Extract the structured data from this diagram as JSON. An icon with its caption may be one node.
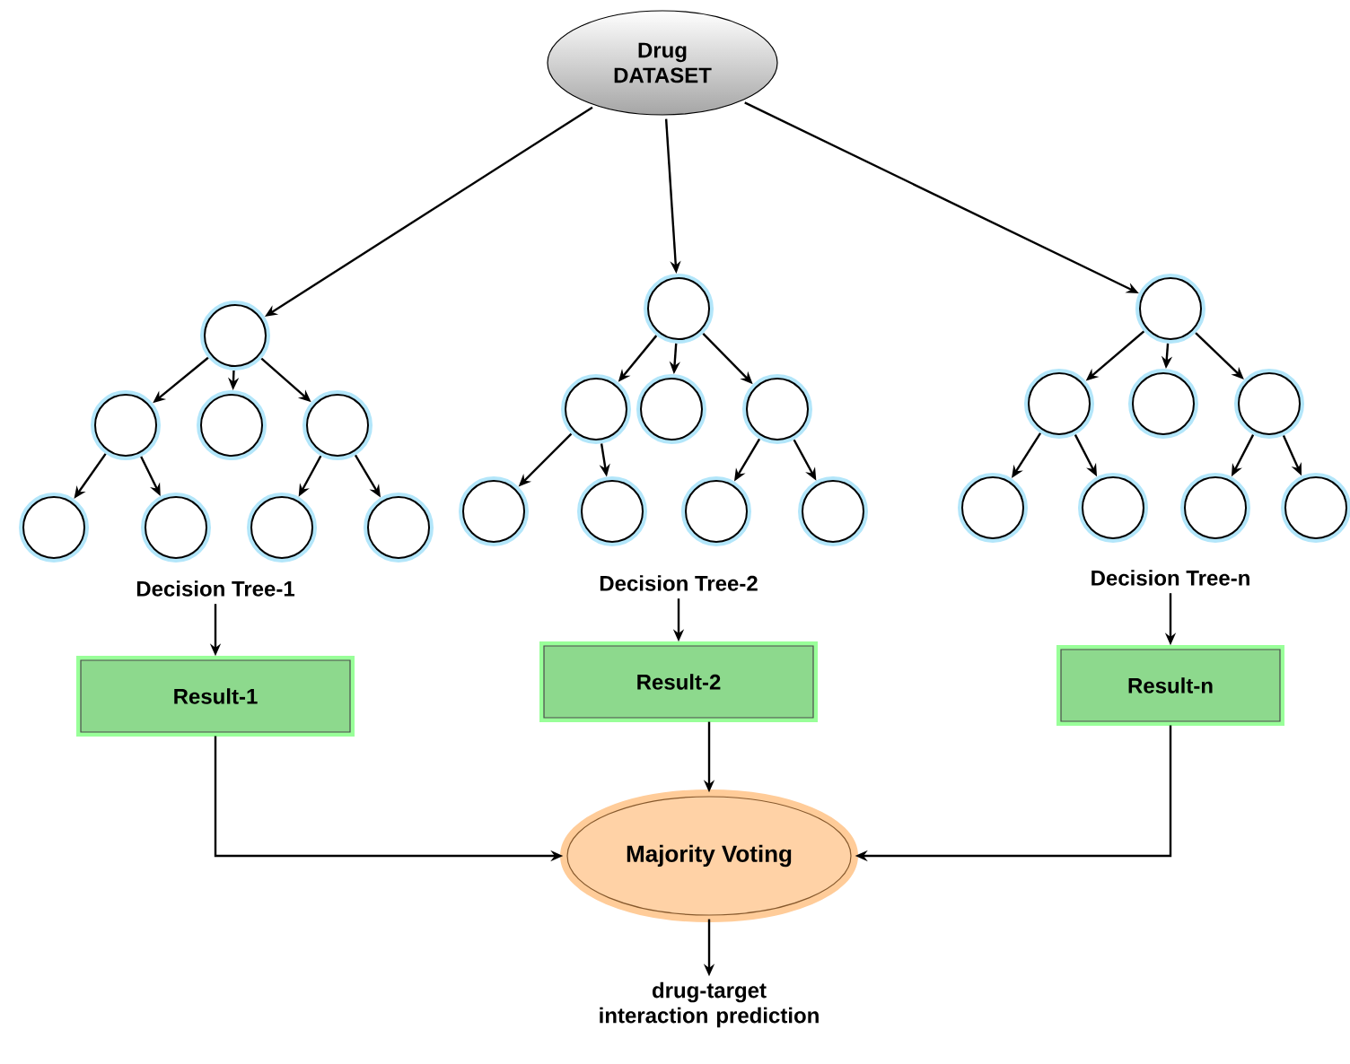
{
  "diagram": {
    "nodes": [
      {
        "text": [
          "Drug DATASET"
        ]
      },
      {
        "text": [],
        "shape": "circle"
      },
      {
        "text": [],
        "shape": "circle"
      },
      {
        "text": [],
        "shape": "circle"
      },
      {
        "text": [],
        "shape": "circle"
      },
      {
        "text": [],
        "shape": "circle"
      },
      {
        "text": [],
        "shape": "circle"
      },
      {
        "text": [],
        "shape": "circle"
      },
      {
        "text": [],
        "shape": "circle"
      },
      {
        "text": [],
        "shape": "circle"
      },
      {
        "text": [],
        "shape": "circle"
      },
      {
        "text": [],
        "shape": "circle"
      },
      {
        "text": [],
        "shape": "circle"
      },
      {
        "text": [],
        "shape": "circle"
      },
      {
        "text": [],
        "shape": "circle"
      },
      {
        "text": [],
        "shape": "circle"
      },
      {
        "text": [],
        "shape": "circle"
      },
      {
        "text": [],
        "shape": "circle"
      },
      {
        "text": [],
        "shape": "circle"
      },
      {
        "text": [],
        "shape": "circle"
      },
      {
        "text": [],
        "shape": "circle"
      },
      {
        "text": [],
        "shape": "circle"
      },
      {
        "text": [],
        "shape": "circle"
      },
      {
        "text": [],
        "shape": "circle"
      },
      {
        "text": [],
        "shape": "circle"
      },
      {
        "text": [
          "Decision Tree-1"
        ]
      },
      {
        "text": [
          "Decision Tree-2"
        ]
      },
      {
        "text": [
          "Decision Tree-n"
        ]
      },
      {
        "text": [
          "Result-1"
        ]
      },
      {
        "text": [
          "Result-2"
        ]
      },
      {
        "text": [
          "Result-n"
        ]
      },
      {
        "text": [
          "Majority Voting"
        ]
      },
      {
        "text": [
          "drug-target interaction prediction"
        ]
      }
    ],
    "edges": [
      {
        "from": 0,
        "to": 1,
        "arrow": "to"
      },
      {
        "from": 0,
        "to": 9,
        "arrow": "to"
      },
      {
        "from": 0,
        "to": 17,
        "arrow": "to"
      },
      {
        "from": 1,
        "to": 2,
        "arrow": "to"
      },
      {
        "from": 1,
        "to": 3,
        "arrow": "to"
      },
      {
        "from": 1,
        "to": 4,
        "arrow": "to"
      },
      {
        "from": 2,
        "to": 5,
        "arrow": "to"
      },
      {
        "from": 2,
        "to": 6,
        "arrow": "to"
      },
      {
        "from": 4,
        "to": 7,
        "arrow": "to"
      },
      {
        "from": 4,
        "to": 8,
        "arrow": "to"
      },
      {
        "from": 9,
        "to": 10,
        "arrow": "to"
      },
      {
        "from": 9,
        "to": 11,
        "arrow": "to"
      },
      {
        "from": 9,
        "to": 12,
        "arrow": "to"
      },
      {
        "from": 10,
        "to": 13,
        "arrow": "to"
      },
      {
        "from": 10,
        "to": 14,
        "arrow": "to"
      },
      {
        "from": 12,
        "to": 15,
        "arrow": "to"
      },
      {
        "from": 12,
        "to": 16,
        "arrow": "to"
      },
      {
        "from": 17,
        "to": 18,
        "arrow": "to"
      },
      {
        "from": 17,
        "to": 19,
        "arrow": "to"
      },
      {
        "from": 17,
        "to": 20,
        "arrow": "to"
      },
      {
        "from": 18,
        "to": 21,
        "arrow": "to"
      },
      {
        "from": 18,
        "to": 22,
        "arrow": "to"
      },
      {
        "from": 20,
        "to": 23,
        "arrow": "to"
      },
      {
        "from": 20,
        "to": 24,
        "arrow": "to"
      },
      {
        "from": 25,
        "to": 28,
        "arrow": "to"
      },
      {
        "from": 26,
        "to": 29,
        "arrow": "to"
      },
      {
        "from": 27,
        "to": 30,
        "arrow": "to"
      },
      {
        "from": 28,
        "to": 31,
        "arrow": "to"
      },
      {
        "from": 29,
        "to": 31,
        "arrow": "to"
      },
      {
        "from": 30,
        "to": 31,
        "arrow": "to"
      },
      {
        "from": 31,
        "to": 32,
        "arrow": "to"
      }
    ]
  }
}
